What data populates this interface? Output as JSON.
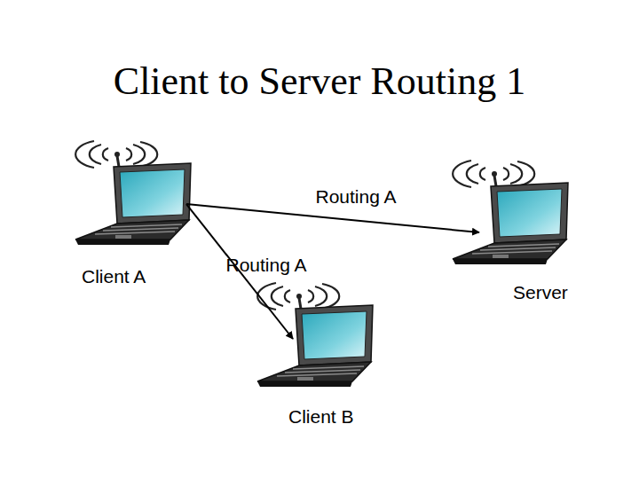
{
  "diagram": {
    "title": "Client to Server Routing 1",
    "nodes": [
      {
        "text": [
          "Client A"
        ]
      },
      {
        "text": [
          "Server"
        ]
      },
      {
        "text": [
          "Client B"
        ]
      }
    ],
    "edges": [
      {
        "from": 0,
        "to": 1,
        "label": "Routing A",
        "arrow": "to"
      },
      {
        "from": 0,
        "to": 2,
        "label": "Routing A",
        "arrow": "to"
      }
    ]
  }
}
